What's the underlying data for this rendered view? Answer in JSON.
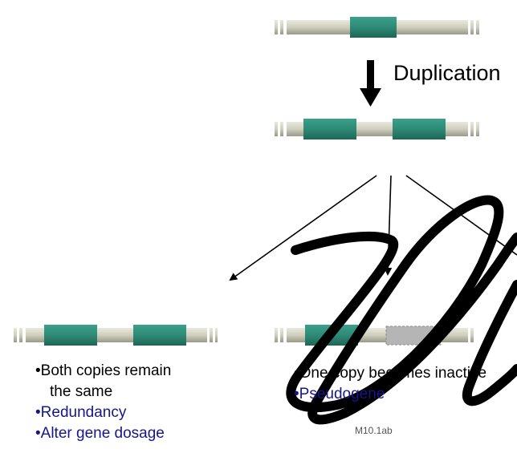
{
  "diagram": {
    "process_label": "Duplication",
    "outcome_left": {
      "line1": "•Both copies remain",
      "line2": "the same",
      "point1": "•Redundancy",
      "point2": "•Alter gene dosage"
    },
    "outcome_middle": {
      "line1": "•One copy becomes inactive",
      "point1": "•Pseudogene"
    },
    "reference": "M10.1ab"
  },
  "colors": {
    "chromosome": "#cfcfbf",
    "chromosome_edge": "#9a9a88",
    "gene": "#2e8a76",
    "inactive_gene": "#b5b5b5",
    "black_text": "#000000",
    "blue_text": "#16168a",
    "scribble": "#000000"
  }
}
